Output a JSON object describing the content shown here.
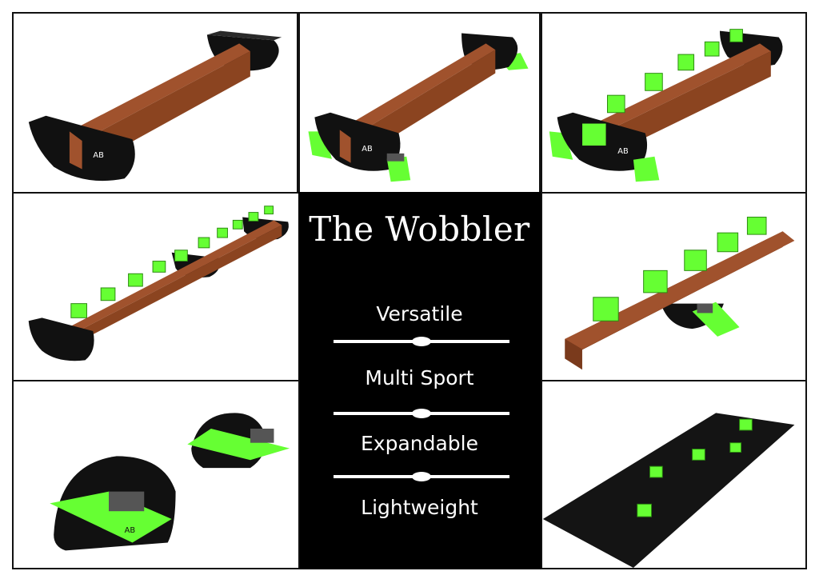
{
  "title": "The Wobbler",
  "features": [
    "Versatile",
    "Multi Sport",
    "Expandable",
    "Lightweight"
  ],
  "colors": {
    "rocker": "#111111",
    "beam": "#a0522d",
    "beam_dark": "#7a3a1c",
    "grip": "#66ff33",
    "grip_dark": "#39c41a",
    "mat": "#141414",
    "panel": "#000000"
  },
  "logo_text": "AB"
}
